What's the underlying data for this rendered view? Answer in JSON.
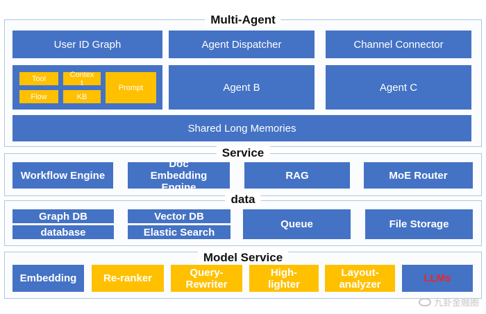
{
  "multi_agent": {
    "title": "Multi-Agent",
    "user_id_graph": "User ID Graph",
    "agent_dispatcher": "Agent Dispatcher",
    "channel_connector": "Channel Connector",
    "agent_a_parts": {
      "tool": "Tool",
      "context": "Contex t",
      "flow": "Flow",
      "kb": "KB",
      "prompt": "Prompt"
    },
    "agent_b": "Agent B",
    "agent_c": "Agent C",
    "shared_memories": "Shared Long Memories"
  },
  "service": {
    "title": "Service",
    "items": [
      "Workflow Engine",
      "Doc Embedding Engine",
      "RAG",
      "MoE Router"
    ]
  },
  "data": {
    "title": "data",
    "graph_db": "Graph DB",
    "database": "database",
    "vector_db": "Vector DB",
    "elastic_search": "Elastic Search",
    "queue": "Queue",
    "file_storage": "File Storage"
  },
  "model_service": {
    "title": "Model Service",
    "embedding": "Embedding",
    "reranker": "Re-ranker",
    "query_rewriter": "Query-Rewriter",
    "highlighter": "High-lighter",
    "layout_analyzer": "Layout-analyzer",
    "llms": "LLMs"
  },
  "watermark": "九卦金融圈",
  "colors": {
    "blue": "#4472c4",
    "yellow": "#ffc000",
    "red_text": "#e8282a",
    "border": "#aec6dd"
  }
}
